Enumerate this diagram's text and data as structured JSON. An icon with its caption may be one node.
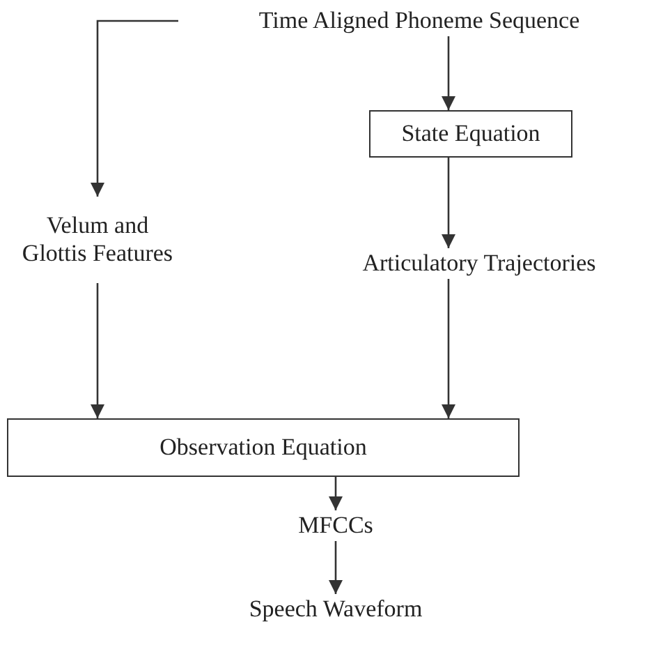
{
  "diagram": {
    "nodes": [
      {
        "text": [
          "Time Aligned Phoneme Sequence"
        ]
      },
      {
        "text": [
          "State Equation"
        ]
      },
      {
        "text": [
          "Velum and Glottis Features"
        ]
      },
      {
        "text": [
          "Articulatory Trajectories"
        ]
      },
      {
        "text": [
          "Observation Equation"
        ]
      },
      {
        "text": [
          "MFCCs"
        ]
      },
      {
        "text": [
          "Speech Waveform"
        ]
      }
    ],
    "edges": [
      {
        "from": 0,
        "to": 1,
        "arrow": "to"
      },
      {
        "from": 0,
        "to": 2,
        "arrow": "to"
      },
      {
        "from": 1,
        "to": 3,
        "arrow": "to"
      },
      {
        "from": 2,
        "to": 4,
        "arrow": "to"
      },
      {
        "from": 3,
        "to": 4,
        "arrow": "to"
      },
      {
        "from": 4,
        "to": 5,
        "arrow": "to"
      },
      {
        "from": 5,
        "to": 6,
        "arrow": "to"
      }
    ]
  }
}
